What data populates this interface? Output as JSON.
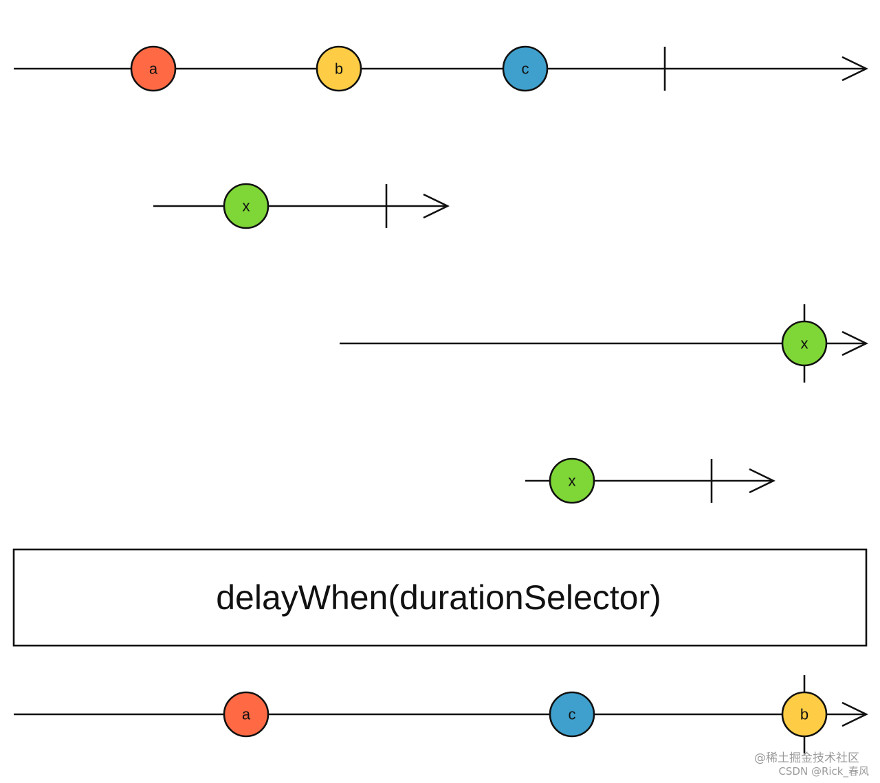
{
  "diagram": {
    "operator_label": "delayWhen(durationSelector)",
    "colors": {
      "a": "#ff6a45",
      "b": "#ffcd45",
      "c": "#3fa0cd",
      "x": "#7ed637"
    },
    "timelines": [
      {
        "id": "source",
        "marbles": [
          {
            "label": "a"
          },
          {
            "label": "b"
          },
          {
            "label": "c"
          }
        ],
        "completes": true
      },
      {
        "id": "duration-a",
        "marbles": [
          {
            "label": "x"
          }
        ],
        "completes": true
      },
      {
        "id": "duration-b",
        "marbles": [
          {
            "label": "x"
          }
        ],
        "completes": true
      },
      {
        "id": "duration-c",
        "marbles": [
          {
            "label": "x"
          }
        ],
        "completes": true
      },
      {
        "id": "output",
        "marbles": [
          {
            "label": "a"
          },
          {
            "label": "c"
          },
          {
            "label": "b"
          }
        ],
        "completes": true
      }
    ]
  },
  "watermark": {
    "line1": "@稀土掘金技术社区",
    "line2": "CSDN @Rick_春风"
  }
}
